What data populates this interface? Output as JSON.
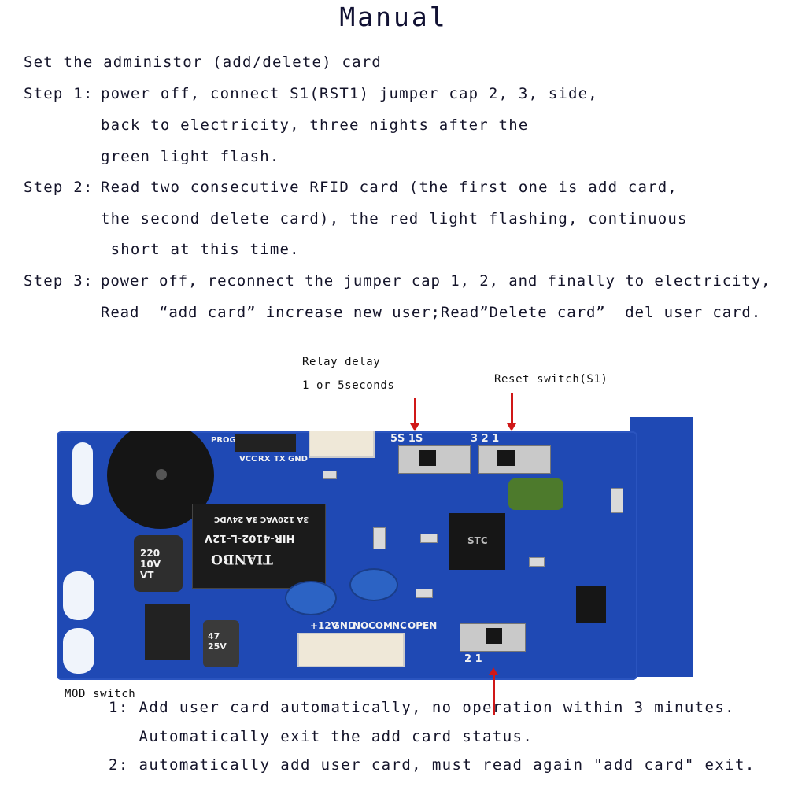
{
  "title": "Manual",
  "intro": "Set the administor (add/delete) card",
  "steps": [
    [
      "Step 1:",
      "power off, connect S1(RST1) jumper cap 2, 3, side,",
      "back to electricity, three nights after the",
      "green light flash."
    ],
    [
      "Step 2:",
      "Read two consecutive RFID card (the first one is add card,",
      "the second delete card), the red light flashing, continuous",
      " short at this time."
    ],
    [
      "Step 3:",
      "power off, reconnect the jumper cap 1, 2, and finally to electricity,",
      "Read  “add card” increase new user;Read”Delete card”  del user card."
    ]
  ],
  "labels": {
    "relay_1": "Relay delay",
    "relay_2": "1 or 5seconds",
    "reset": "Reset switch(S1)",
    "mod": "MOD switch"
  },
  "mod_notes": [
    "1: Add user card automatically, no operation within 3 minutes.",
    "   Automatically exit the add card status.",
    "2: automatically add user card, must read again \"add card\" exit."
  ],
  "board_silk": {
    "relay_brand": "TIANBO",
    "relay_model": "HIR-4102-L-12V",
    "relay_rating": "3A 120VAC  3A 24VDC",
    "cap": "220 10V VT",
    "cap2": "47 25V",
    "mcu": "STC",
    "prog": "PROG",
    "pins": [
      "VCC",
      "RX",
      "TX",
      "GND"
    ],
    "term": [
      "+12V",
      "GND",
      "NO",
      "COM",
      "NC",
      "OPEN"
    ],
    "s2": "5S  1S",
    "rst": "3  2  1",
    "mod_sw": "2  1"
  },
  "colors": {
    "text": "#14142a",
    "pcb": "#1f49b4",
    "arrow": "#d01818"
  }
}
